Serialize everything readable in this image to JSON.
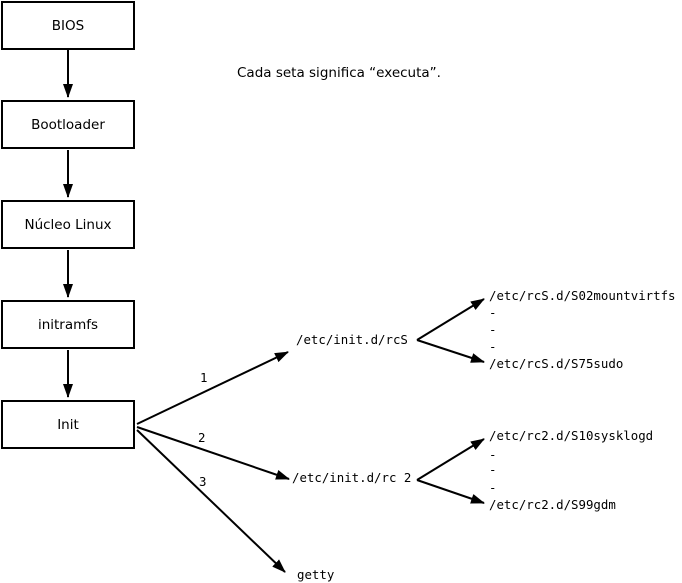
{
  "note": "Cada seta significa “executa”.",
  "nodes": [
    {
      "id": "bios",
      "label": "BIOS"
    },
    {
      "id": "bootloader",
      "label": "Bootloader"
    },
    {
      "id": "nucleo-linux",
      "label": "Núcleo Linux"
    },
    {
      "id": "initramfs",
      "label": "initramfs"
    },
    {
      "id": "init",
      "label": "Init"
    }
  ],
  "branches": [
    {
      "number": "1",
      "target": "/etc/init.d/rcS"
    },
    {
      "number": "2",
      "target": "/etc/init.d/rc 2"
    },
    {
      "number": "3",
      "target": "getty"
    }
  ],
  "rcS_scripts": [
    "/etc/rcS.d/S02mountvirtfs",
    "-",
    "-",
    "-",
    "/etc/rcS.d/S75sudo"
  ],
  "rc2_scripts": [
    "/etc/rc2.d/S10sysklogd",
    "-",
    "-",
    "-",
    "/etc/rc2.d/S99gdm"
  ],
  "colors": {
    "line": "#000000",
    "background": "#ffffff",
    "text": "#000000"
  }
}
